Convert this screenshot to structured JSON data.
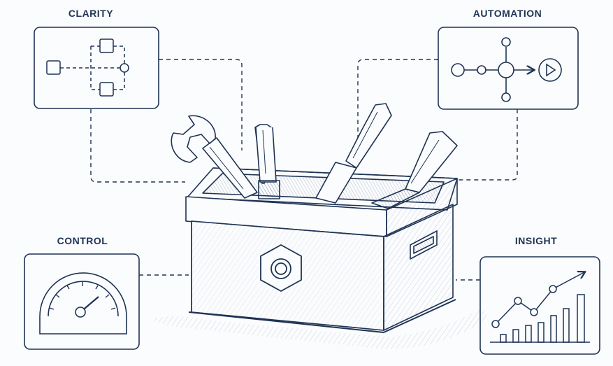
{
  "labels": {
    "clarity": "CLARITY",
    "automation": "AUTOMATION",
    "control": "CONTROL",
    "insight": "INSIGHT"
  },
  "icons": {
    "clarity": "flowchart-icon",
    "automation": "pipeline-play-icon",
    "control": "gauge-icon",
    "insight": "trend-chart-icon",
    "center": "toolbox-icon",
    "emblem": "hex-nut-icon"
  },
  "colors": {
    "ink": "#1f3354",
    "background": "#fbfcfe"
  }
}
